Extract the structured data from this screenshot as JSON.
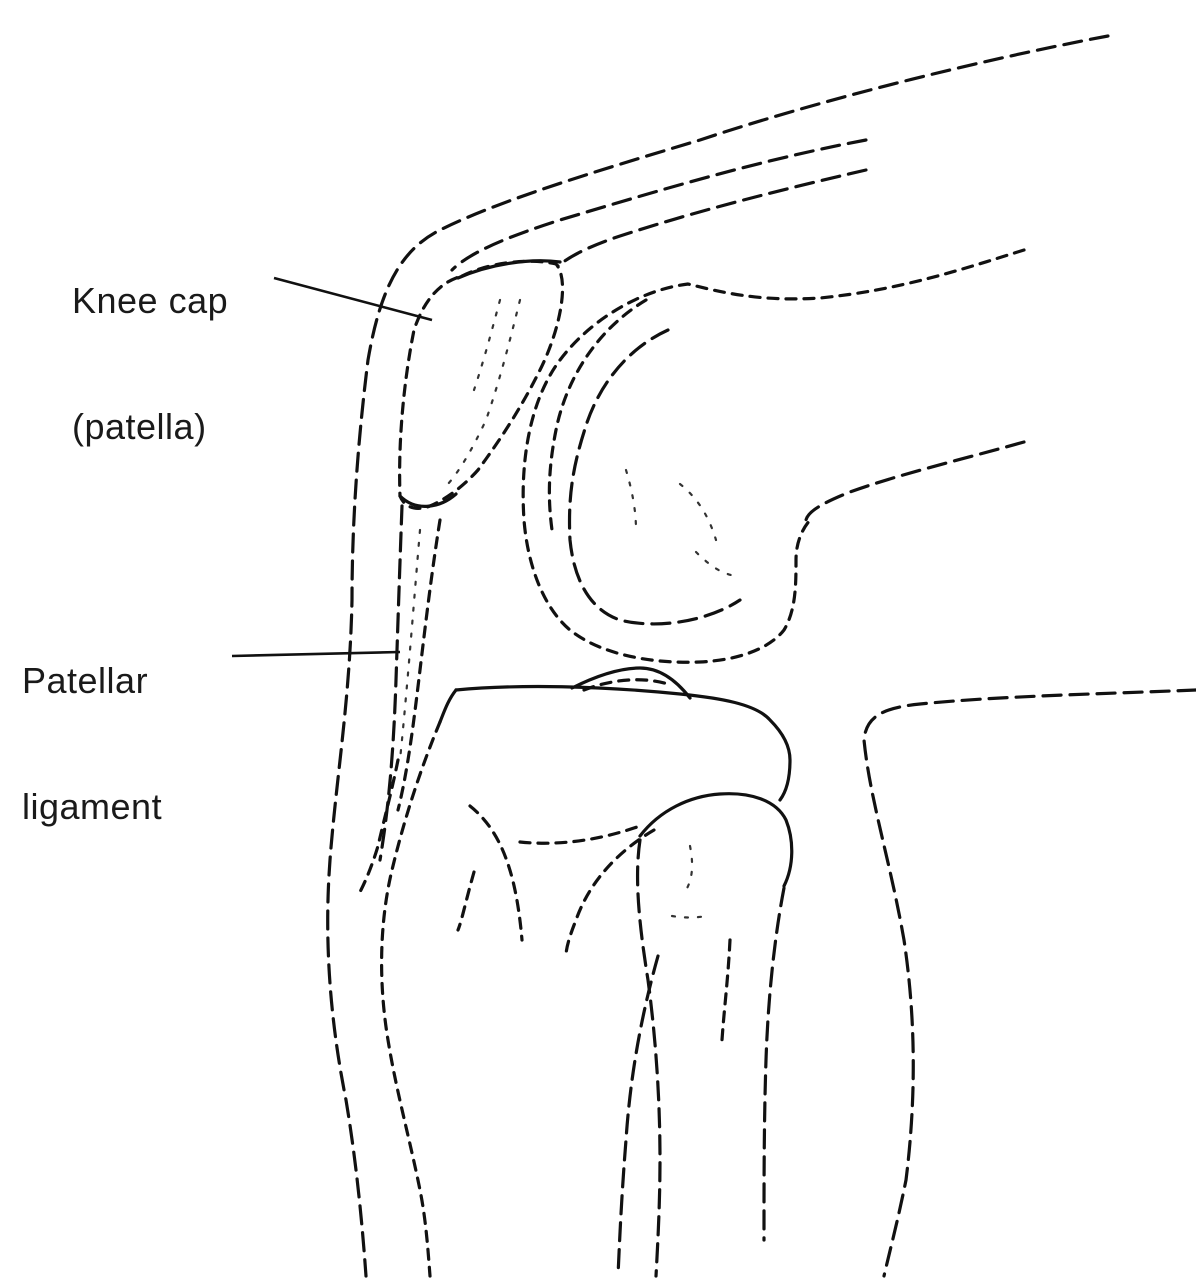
{
  "labels": {
    "kneecap_line1": "Knee cap",
    "kneecap_line2": "(patella)",
    "ligament_line1": "Patellar",
    "ligament_line2": "ligament"
  },
  "colors": {
    "ink": "#111111",
    "background": "#ffffff"
  }
}
